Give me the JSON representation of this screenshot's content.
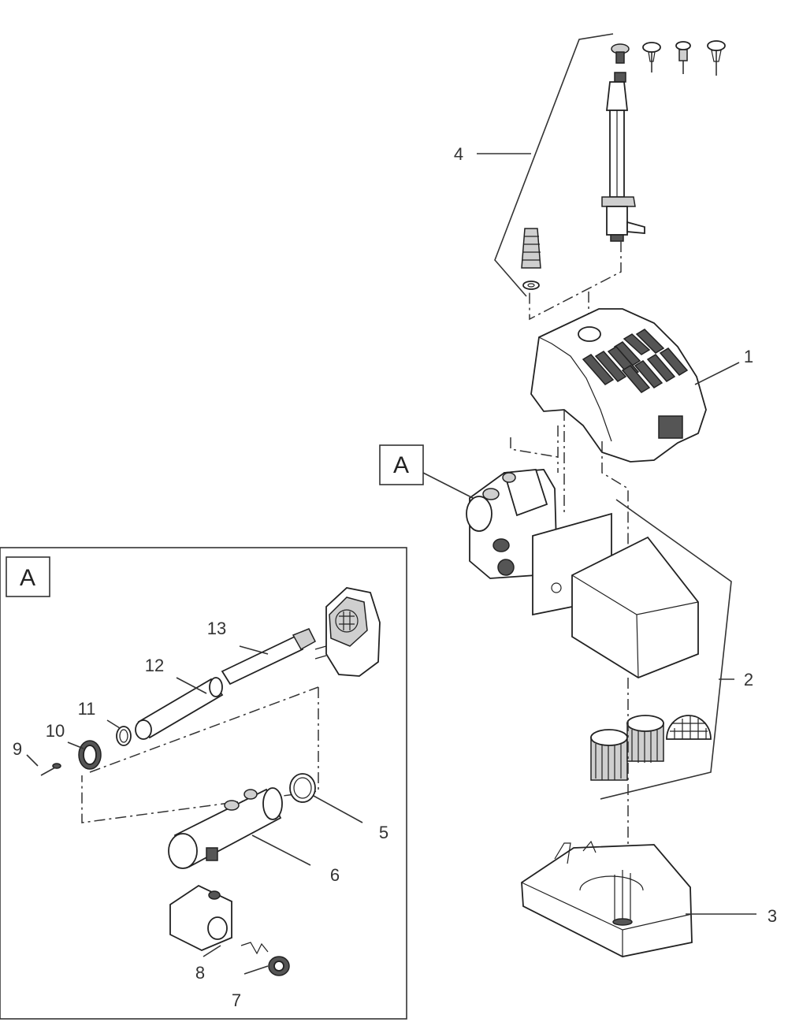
{
  "callouts": {
    "p1": "1",
    "p2": "2",
    "p3": "3",
    "p4": "4",
    "p5": "5",
    "p6": "6",
    "p7": "7",
    "p8": "8",
    "p9": "9",
    "p10": "10",
    "p11": "11",
    "p12": "12",
    "p13": "13"
  },
  "detail_ref": {
    "main": "A",
    "inset": "A"
  },
  "colors": {
    "line": "#333333",
    "part_fill": "#ffffff",
    "shade": "#cfcfcf",
    "dark": "#555555"
  }
}
